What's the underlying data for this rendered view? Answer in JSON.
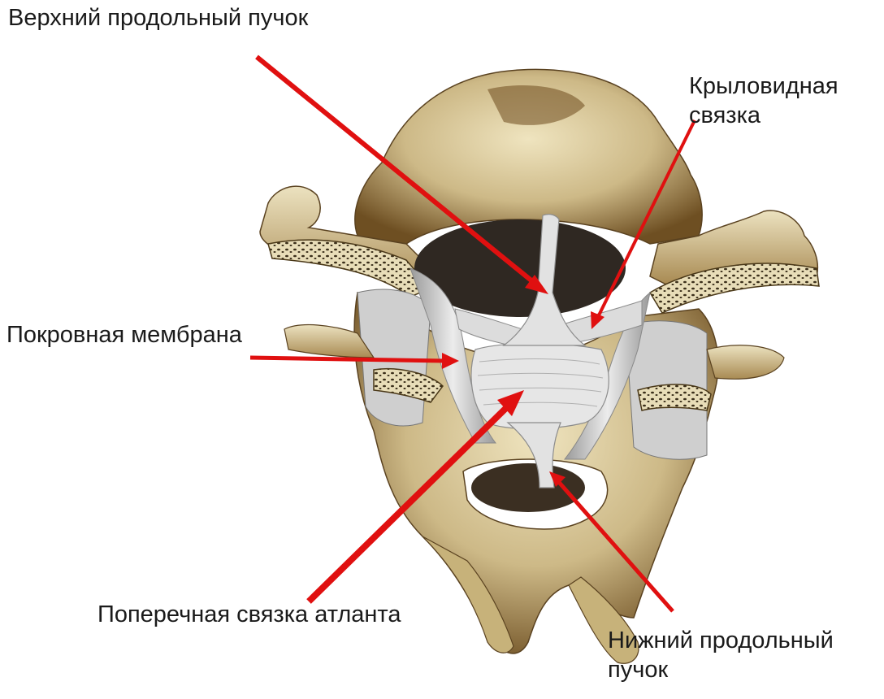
{
  "labels": {
    "upper_longitudinal": "Верхний продольный пучок",
    "alar_line1": "Крыловидная",
    "alar_line2": "связка",
    "tectorial": "Покровная мембрана",
    "transverse": "Поперечная связка атланта",
    "lower_line1": "Нижний продольный",
    "lower_line2": "пучок"
  },
  "colors": {
    "arrow": "#e01010",
    "bone": "#d8c898",
    "bone_shadow": "#7a5a28",
    "ligament": "#d6d6d6",
    "ligament_shadow": "#8c8c8c",
    "cavity": "#2a2420",
    "text": "#1a1a1a"
  }
}
